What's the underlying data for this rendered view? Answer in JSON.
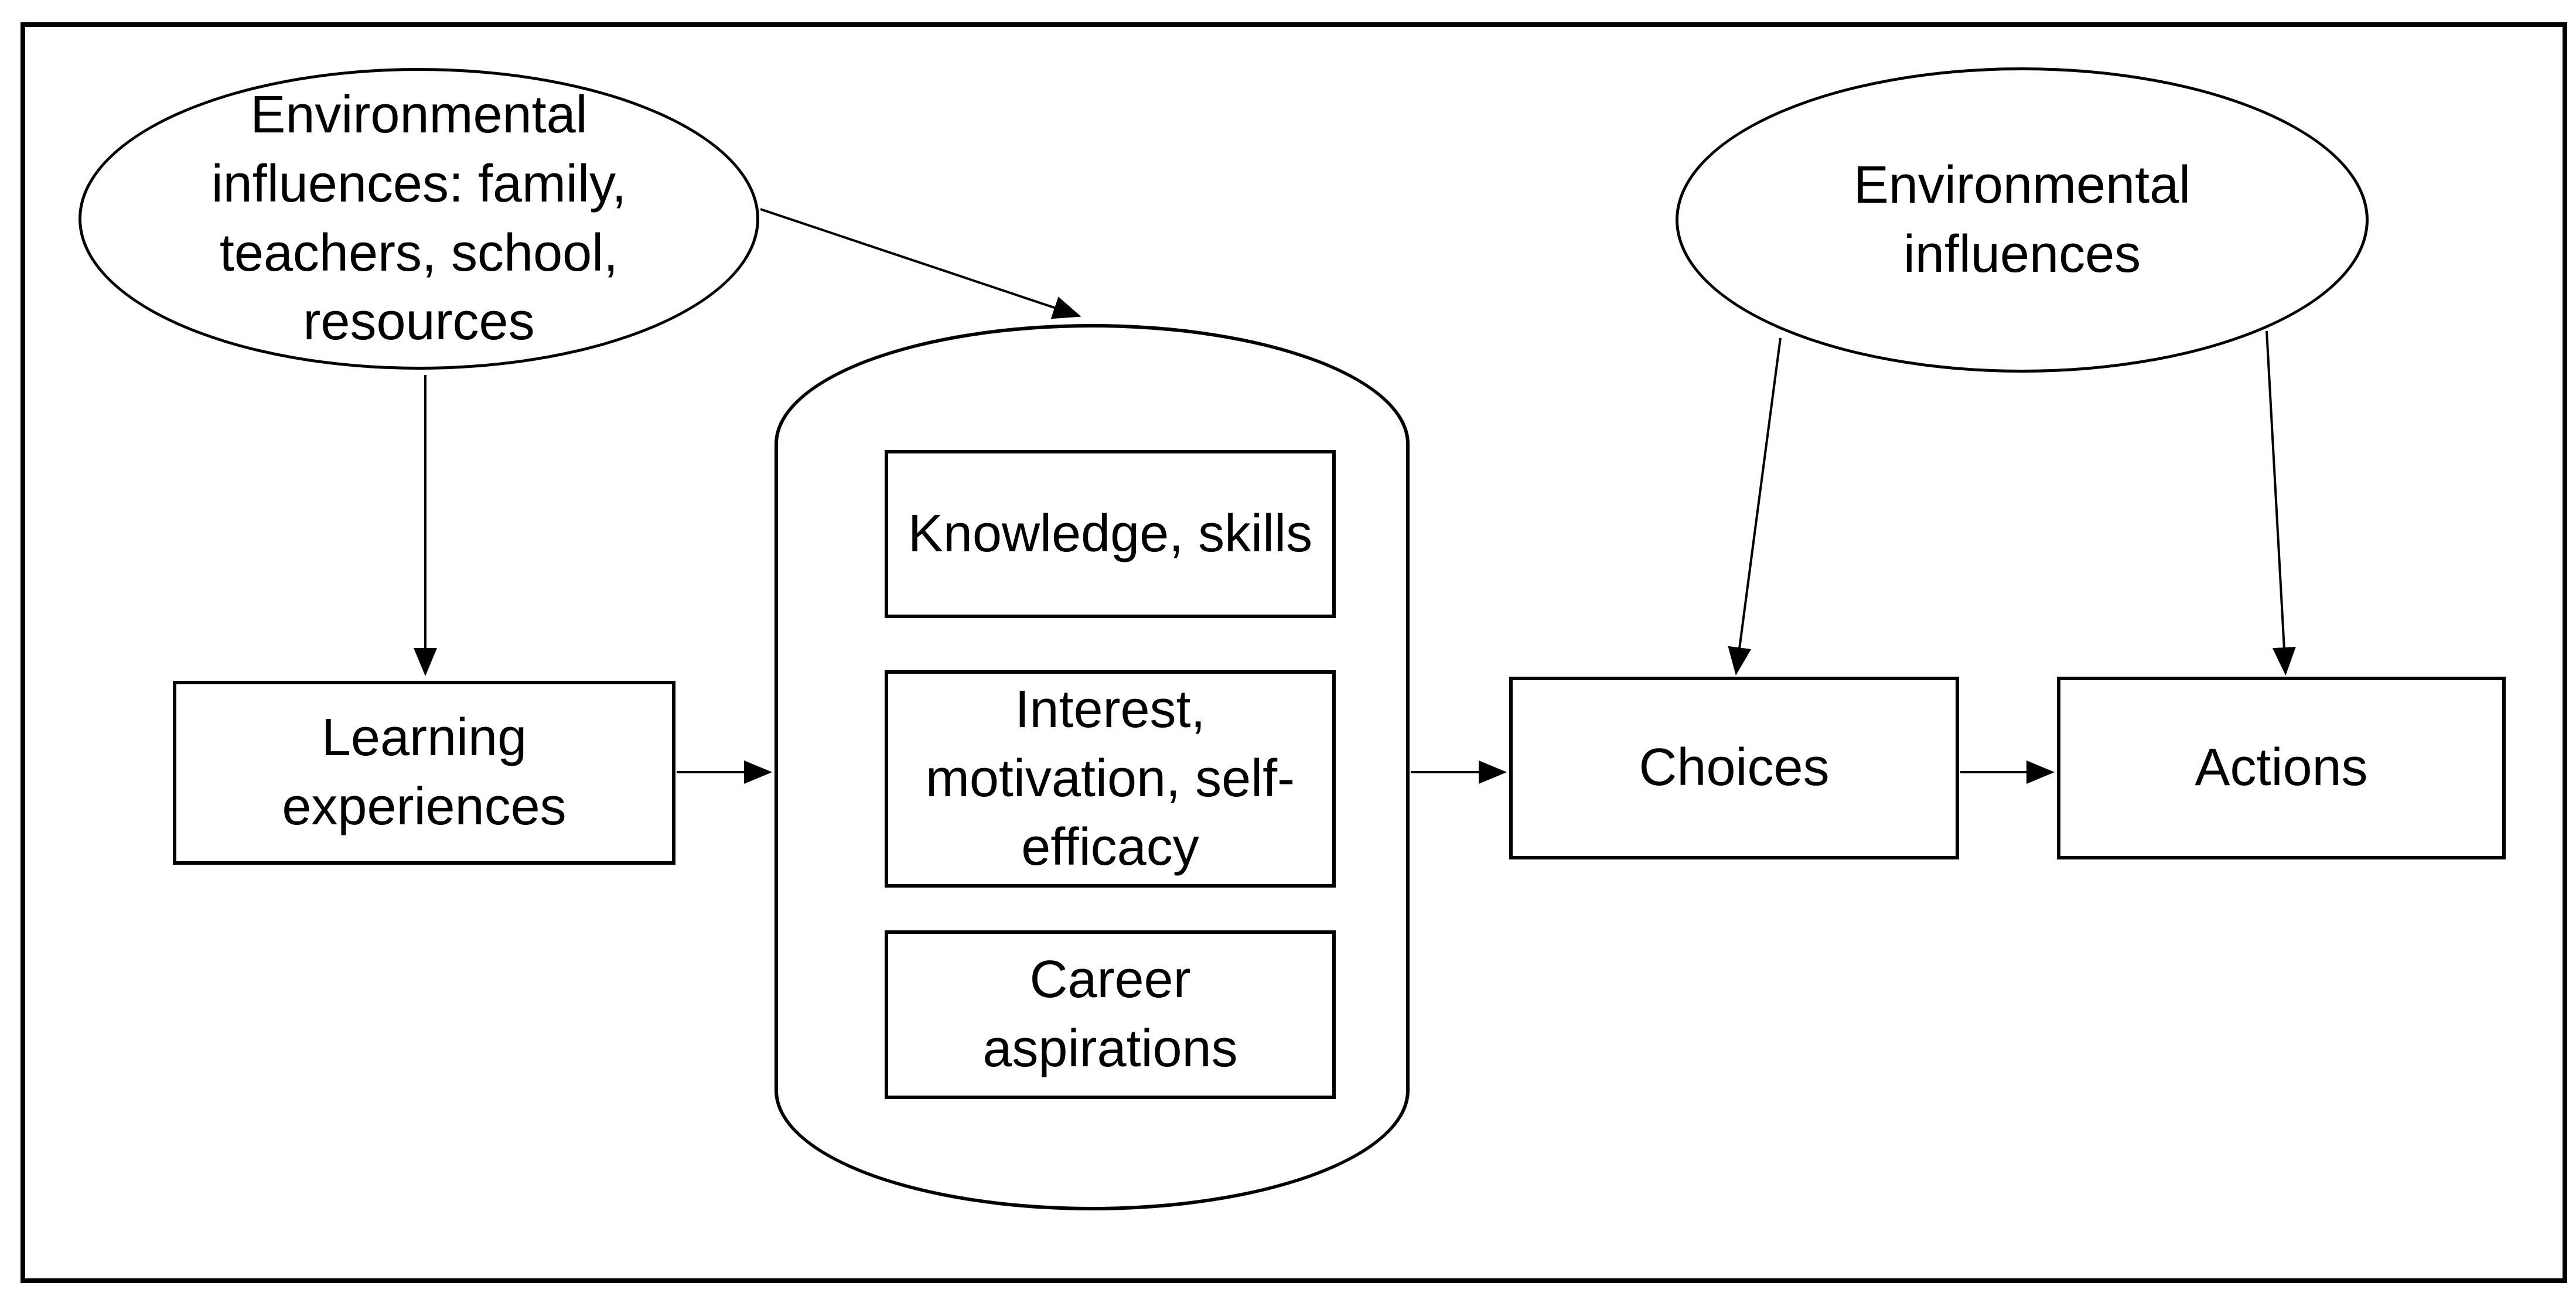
{
  "diagram": {
    "description": "Flow diagram of environmental influences on learning, cognition, career choices and actions",
    "colors": {
      "background": "#ffffff",
      "stroke": "#000000",
      "text": "#000000"
    },
    "nodes": {
      "env_left": {
        "shape": "ellipse",
        "label": "Environmental\ninfluences: family,\nteachers, school,\nresources"
      },
      "env_right": {
        "shape": "ellipse",
        "label": "Environmental\ninfluences"
      },
      "learning": {
        "shape": "rectangle",
        "label": "Learning\nexperiences"
      },
      "group": {
        "shape": "rounded-container",
        "label": "",
        "children": [
          "knowledge",
          "interest",
          "career"
        ]
      },
      "knowledge": {
        "shape": "rectangle",
        "label": "Knowledge, skills"
      },
      "interest": {
        "shape": "rectangle",
        "label": "Interest,\nmotivation, self-\nefficacy"
      },
      "career": {
        "shape": "rectangle",
        "label": "Career\naspirations"
      },
      "choices": {
        "shape": "rectangle",
        "label": "Choices"
      },
      "actions": {
        "shape": "rectangle",
        "label": "Actions"
      }
    },
    "edges": [
      {
        "from": "env_left",
        "to": "learning"
      },
      {
        "from": "env_left",
        "to": "group"
      },
      {
        "from": "learning",
        "to": "group"
      },
      {
        "from": "group",
        "to": "choices"
      },
      {
        "from": "choices",
        "to": "actions"
      },
      {
        "from": "env_right",
        "to": "choices"
      },
      {
        "from": "env_right",
        "to": "actions"
      }
    ]
  }
}
